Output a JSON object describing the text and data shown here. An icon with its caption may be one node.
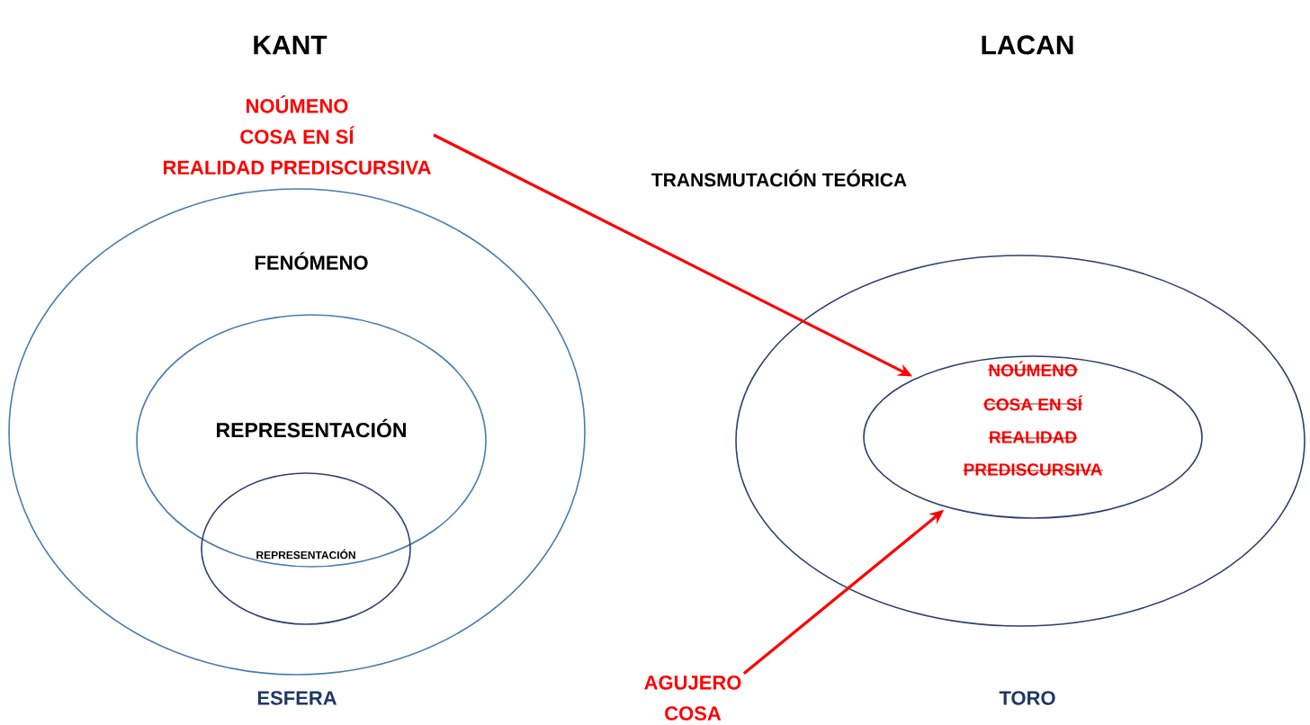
{
  "diagram": {
    "nodes": [
      {
        "text": [
          "NOÚMENO",
          "COSA EN SÍ",
          "REALIDAD PREDISCURSIVA"
        ]
      },
      {
        "text": [
          "FENÓMENO"
        ]
      },
      {
        "text": [
          "REPRESENTACIÓN"
        ],
        "in": 1
      },
      {
        "text": [
          "REPRESENTACIÓN"
        ],
        "in": 1
      },
      {
        "text": [],
        "shape": "ellipse"
      },
      {
        "text": [
          "NOÚMENO",
          "COSA EN SÍ",
          "REALIDAD",
          "PREDISCURSIVA"
        ],
        "in": 4
      },
      {
        "text": [
          "AGUJERO",
          "COSA"
        ]
      }
    ],
    "edges": [
      {
        "from": 0,
        "to": 5,
        "arrow": "to",
        "label": "TRANSMUTACIÓN TEÓRICA"
      },
      {
        "from": 6,
        "to": 5,
        "arrow": "to"
      }
    ],
    "labels": [
      "KANT",
      "LACAN",
      "ESFERA",
      "TORO"
    ]
  }
}
